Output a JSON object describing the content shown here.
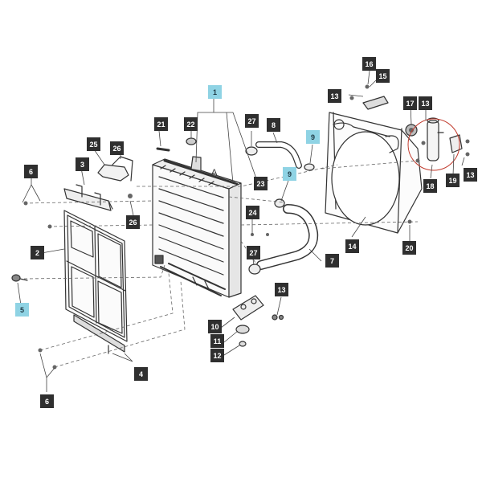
{
  "callouts": {
    "c1": "1",
    "c2": "2",
    "c3": "3",
    "c4": "4",
    "c5": "5",
    "c6": "6",
    "c7": "7",
    "c8": "8",
    "c9": "9",
    "c10": "10",
    "c11": "11",
    "c12": "12",
    "c13": "13",
    "c14": "14",
    "c15": "15",
    "c16": "16",
    "c17": "17",
    "c18": "18",
    "c19": "19",
    "c20": "20",
    "c21": "21",
    "c22": "22",
    "c23": "23",
    "c24": "24",
    "c25": "25",
    "c26": "26",
    "c27": "27"
  },
  "marker_a": "A",
  "colors": {
    "callout_bg": "#2f2f2f",
    "callout_highlight_bg": "#8fd3e4",
    "line": "#333333",
    "highlight_circle": "#c0392b"
  }
}
